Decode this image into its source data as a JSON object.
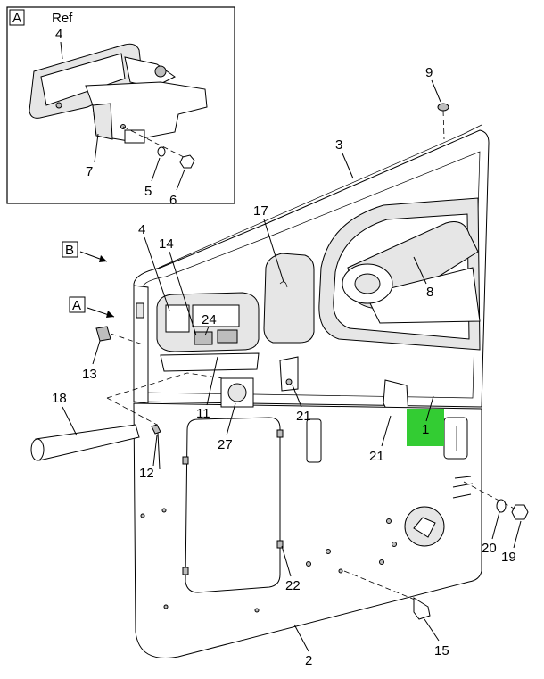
{
  "detail_view": {
    "label": "A",
    "ref_text": "Ref",
    "callouts": [
      "4",
      "7",
      "5",
      "6"
    ]
  },
  "view_markers": {
    "b": "B",
    "a": "A"
  },
  "callouts": {
    "c1": "1",
    "c2": "2",
    "c3": "3",
    "c4": "4",
    "c8": "8",
    "c9": "9",
    "c11": "11",
    "c12": "12",
    "c13": "13",
    "c14": "14",
    "c15": "15",
    "c17": "17",
    "c18": "18",
    "c19": "19",
    "c20": "20",
    "c21a": "21",
    "c21b": "21",
    "c22": "22",
    "c24": "24",
    "c27": "27"
  },
  "highlight": {
    "callout": "1",
    "color": "#33cc33"
  }
}
